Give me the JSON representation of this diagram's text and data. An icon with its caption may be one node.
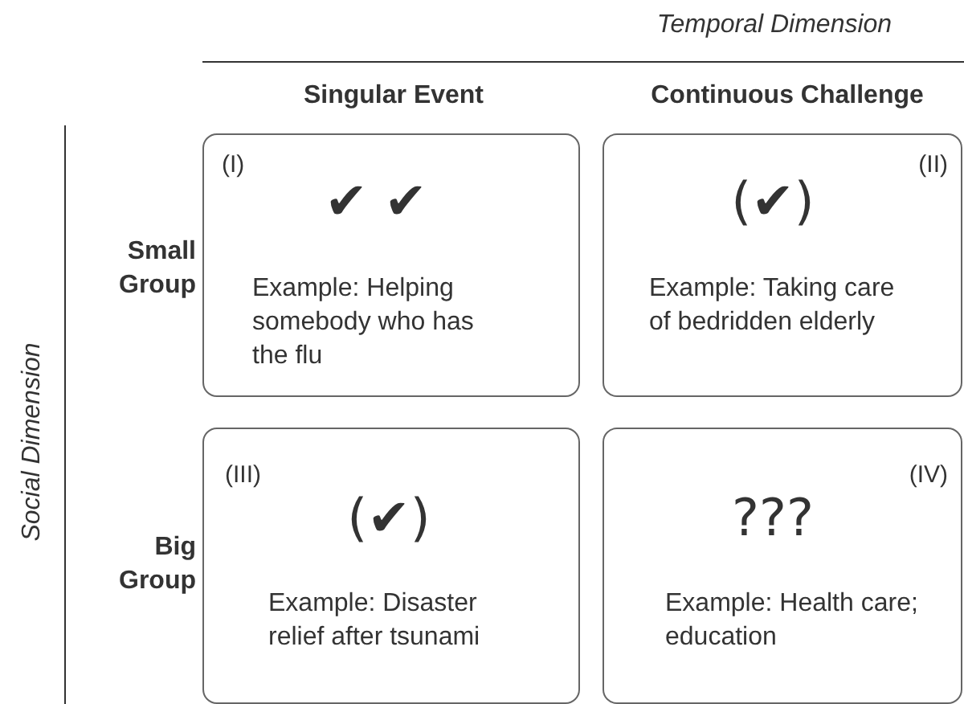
{
  "diagram": {
    "nodes": [
      {
        "text": [
          "(I)",
          "✔ ✔",
          "Example: Helping somebody who has the flu"
        ]
      },
      {
        "text": [
          "(II)",
          "(✔)",
          "Example: Taking care of bedridden elderly"
        ]
      },
      {
        "text": [
          "(III)",
          "(✔)",
          "Example: Disaster relief after tsunami"
        ]
      },
      {
        "text": [
          "(IV)",
          "???",
          "Example: Health care; education"
        ]
      }
    ],
    "labels": [
      "Temporal Dimension",
      "Singular Event",
      "Continuous Challenge",
      "Social Dimension",
      "Small Group",
      "Big Group"
    ]
  }
}
